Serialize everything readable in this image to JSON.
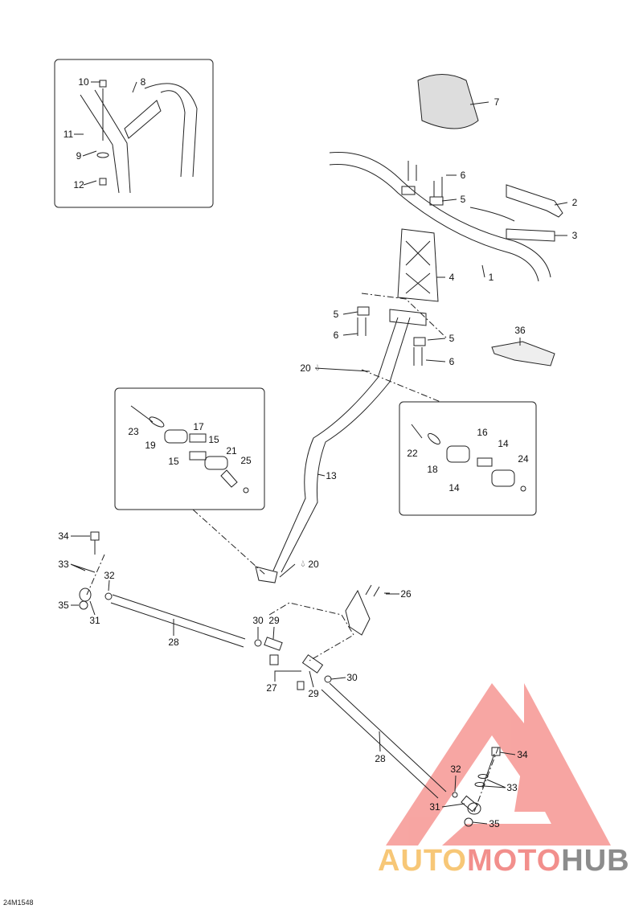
{
  "diagram_code": "24M1548",
  "watermark": {
    "part1": "AUTO",
    "part2": "MOTO",
    "part3": "HUB"
  },
  "lubricant_symbol": "drop-icon",
  "callouts": [
    "10",
    "8",
    "11",
    "9",
    "12",
    "7",
    "6",
    "2",
    "5",
    "3",
    "1",
    "4",
    "5",
    "6",
    "5",
    "6",
    "36",
    "20",
    "13",
    "20",
    "23",
    "19",
    "17",
    "15",
    "15",
    "21",
    "25",
    "22",
    "16",
    "14",
    "18",
    "14",
    "24",
    "34",
    "33",
    "32",
    "35",
    "31",
    "28",
    "30",
    "29",
    "26",
    "27",
    "29",
    "30",
    "28",
    "32",
    "34",
    "33",
    "31",
    "35"
  ]
}
